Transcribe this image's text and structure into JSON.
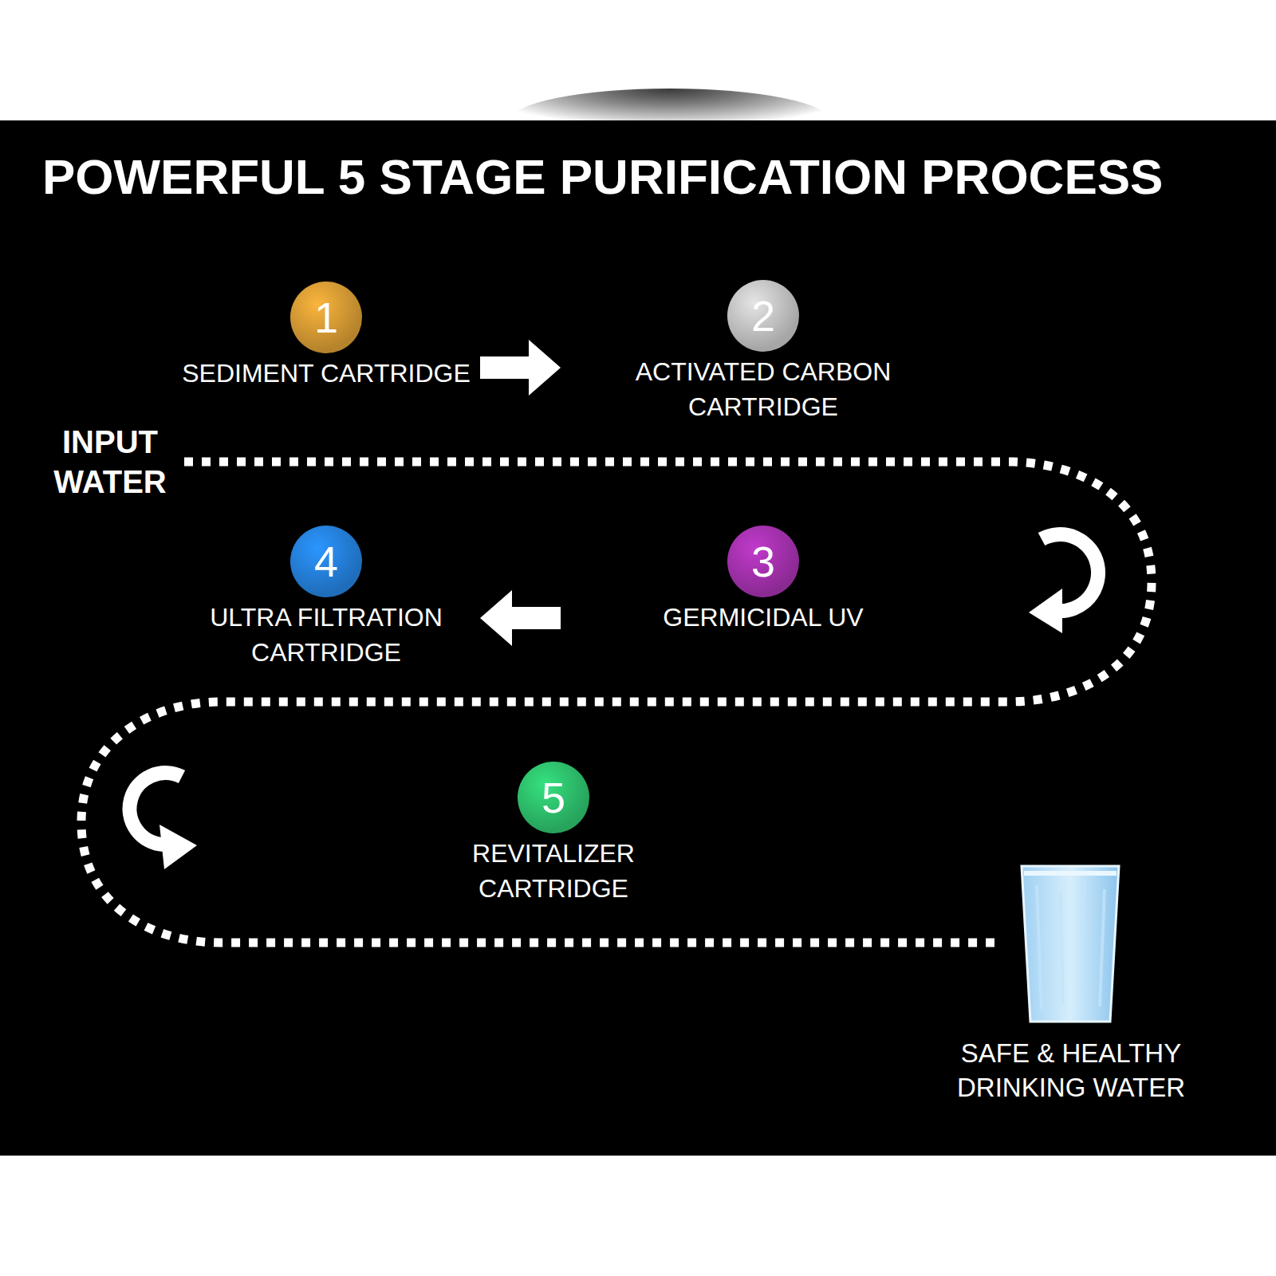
{
  "diagram": {
    "title": "POWERFUL 5 STAGE PURIFICATION PROCESS",
    "nodes": [
      {
        "text": [
          "1",
          "SEDIMENT CARTRIDGE"
        ]
      },
      {
        "text": [
          "2",
          "ACTIVATED CARBON CARTRIDGE"
        ]
      },
      {
        "text": [
          "3",
          "GERMICIDAL UV"
        ]
      },
      {
        "text": [
          "4",
          "ULTRA FILTRATION CARTRIDGE"
        ]
      },
      {
        "text": [
          "5",
          "REVITALIZER CARTRIDGE"
        ]
      }
    ],
    "edges": [
      {
        "from": 0,
        "to": 1,
        "arrow": "to"
      },
      {
        "from": 2,
        "to": 3,
        "arrow": "to"
      }
    ],
    "labels": [
      "INPUT WATER",
      "SAFE & HEALTHY DRINKING WATER"
    ]
  }
}
